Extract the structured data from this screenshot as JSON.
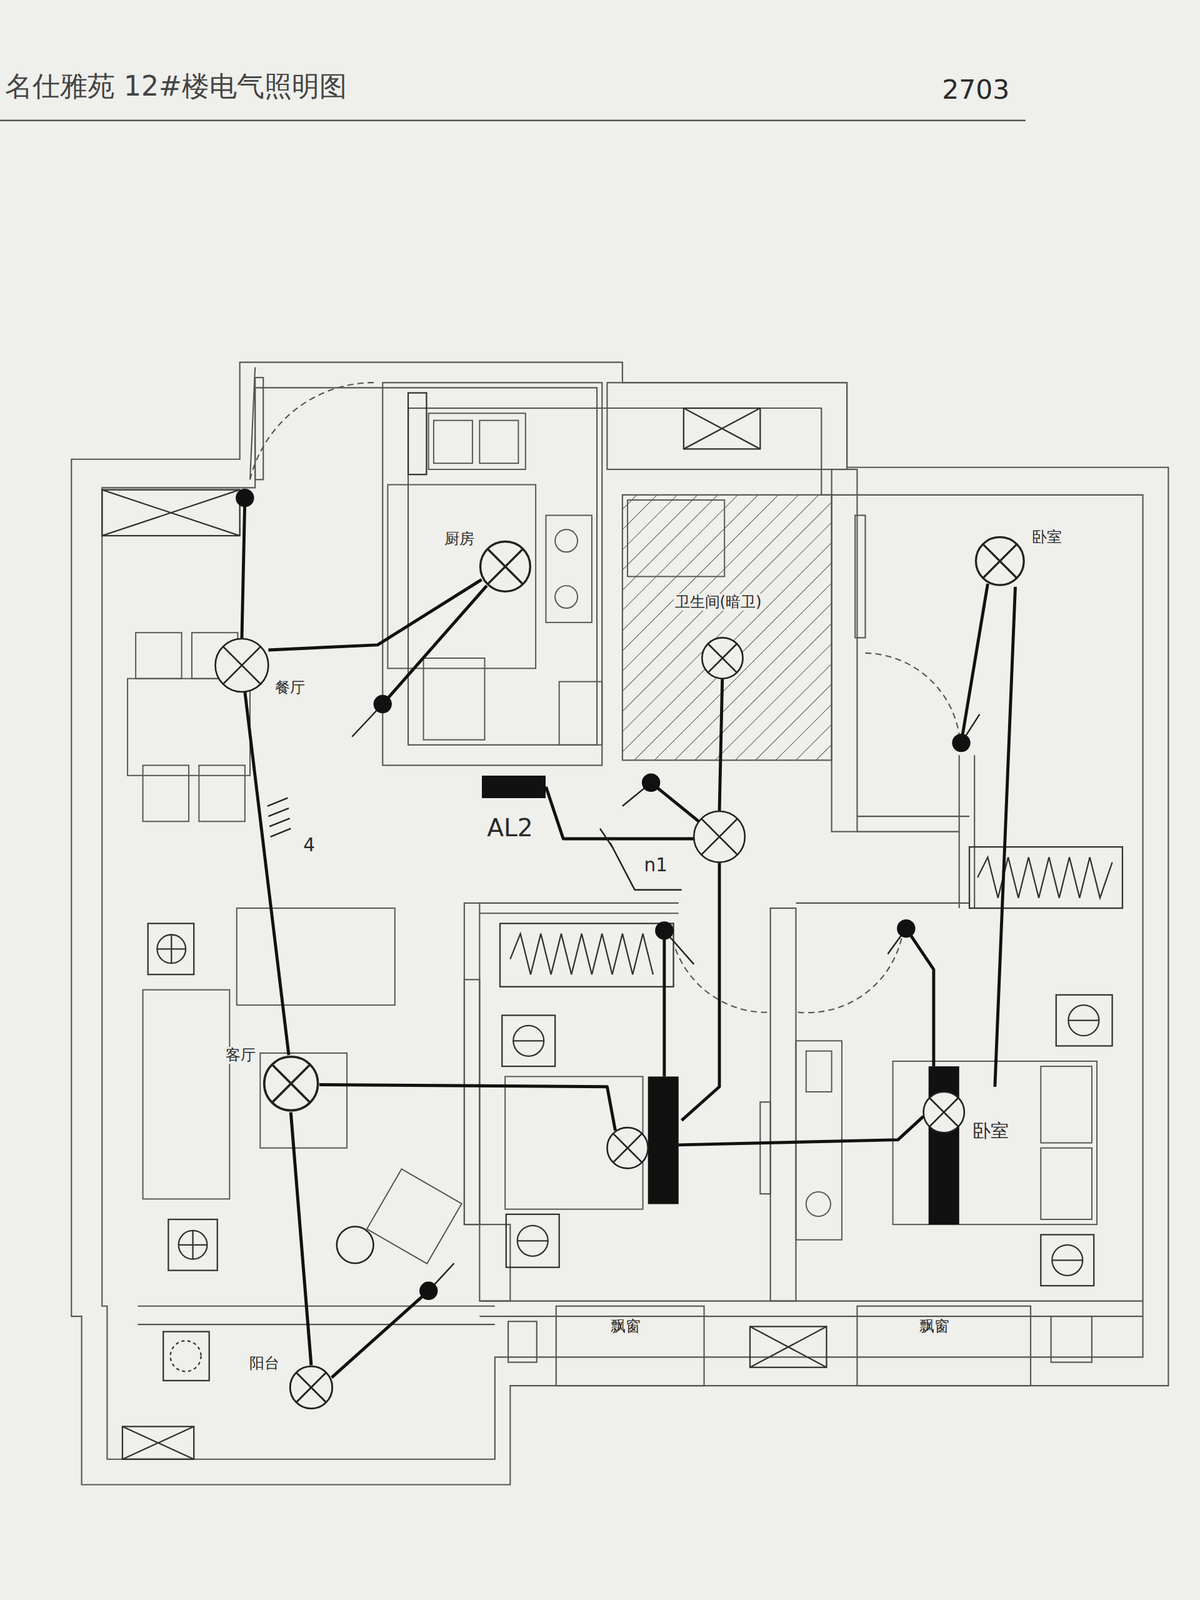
{
  "diagram": {
    "title": "名仕雅苑 12#楼电气照明图",
    "nodes": [
      {
        "text": [
          "厨房"
        ]
      },
      {
        "text": [
          "卧室"
        ]
      },
      {
        "text": [
          "AL2"
        ]
      },
      {
        "text": [
          "客厅"
        ]
      },
      {
        "text": [
          "阳台"
        ]
      }
    ],
    "edges": [
      {
        "from": 3,
        "to": 4,
        "arrow": "none"
      }
    ],
    "labels": [
      "2703",
      "餐厅",
      "4",
      "n1",
      "卫生间(暗卫)",
      "卧室",
      "飘窗",
      "飘窗"
    ]
  }
}
